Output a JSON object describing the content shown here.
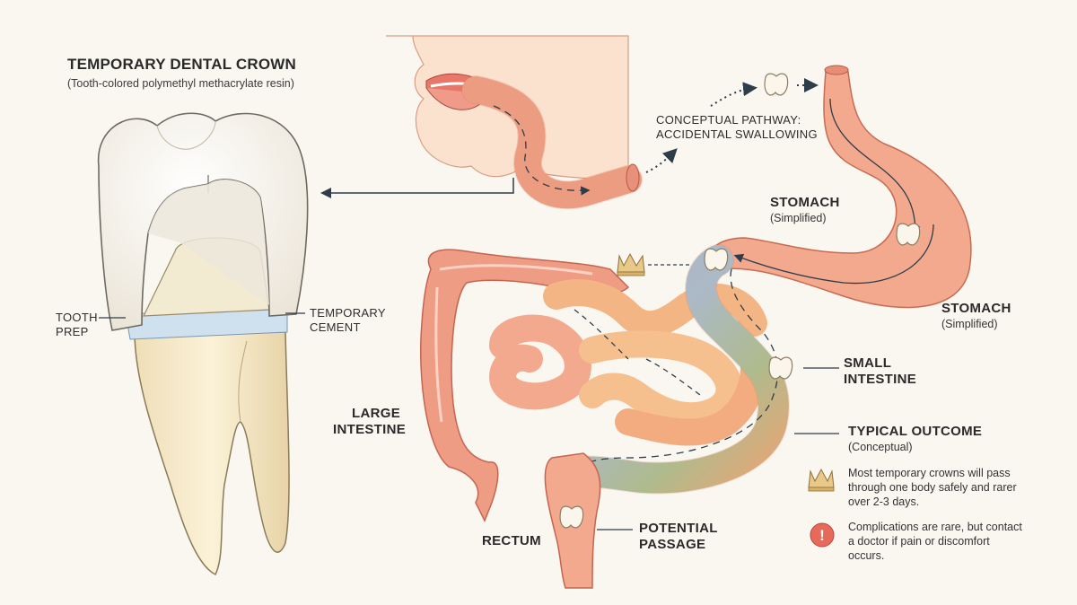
{
  "crown": {
    "title": "TEMPORARY DENTAL CROWN",
    "subtitle": "(Tooth-colored polymethyl methacrylate resin)",
    "label_tooth_prep_1": "TOOTH",
    "label_tooth_prep_2": "PREP",
    "label_cement_1": "TEMPORARY",
    "label_cement_2": "CEMENT"
  },
  "pathway": {
    "label_1": "CONCEPTUAL PATHWAY:",
    "label_2": "ACCIDENTAL SWALLOWING"
  },
  "stomach_inner": {
    "name": "STOMACH",
    "sub": "(Simplified)"
  },
  "stomach_outer": {
    "name": "STOMACH",
    "sub": "(Simplified)"
  },
  "small_intestine": {
    "line1": "SMALL",
    "line2": "INTESTINE"
  },
  "large_intestine": {
    "line1": "LARGE",
    "line2": "INTESTINE"
  },
  "rectum": {
    "name": "RECTUM"
  },
  "passage": {
    "line1": "POTENTIAL",
    "line2": "PASSAGE"
  },
  "outcome": {
    "title": "TYPICAL OUTCOME",
    "sub": "(Conceptual)",
    "note1_l1": "Most temporary crowns will pass",
    "note1_l2": "through one body safely and rarer",
    "note1_l3": "over 2-3 days.",
    "note2_l1": "Complications are rare, but contact",
    "note2_l2": "a doctor if pain or discomfort",
    "note2_l3": "occurs.",
    "alert_glyph": "!"
  },
  "colors": {
    "background": "#faf7f0",
    "gut": "#f2a98d",
    "gut_dark": "#d9785e",
    "crown": "#fbf6ec",
    "crown_icon": "#e9c98a",
    "alert": "#e66a5a",
    "cement": "#bcd5ea"
  }
}
